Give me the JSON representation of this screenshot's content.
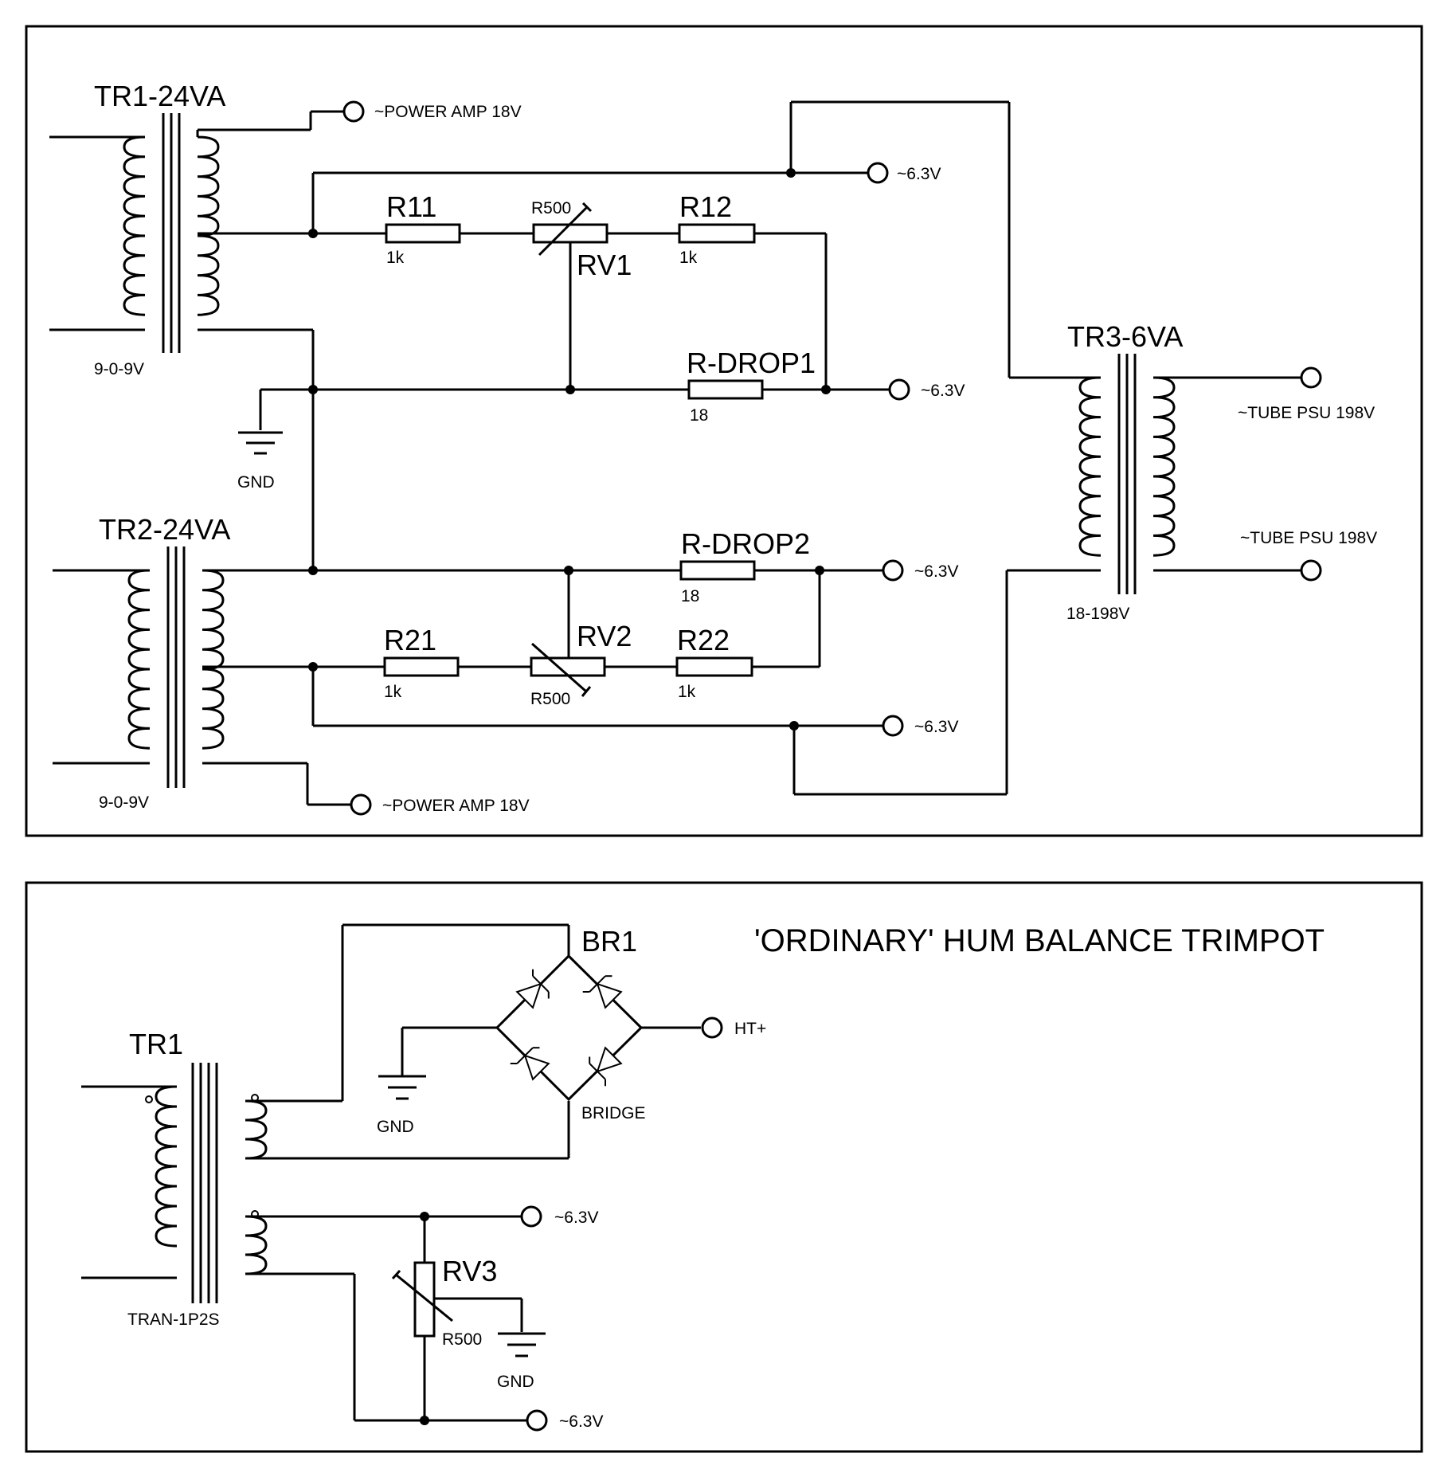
{
  "panel1": {
    "tr1": {
      "name": "TR1-24VA",
      "spec": "9-0-9V"
    },
    "tr2": {
      "name": "TR2-24VA",
      "spec": "9-0-9V"
    },
    "tr3": {
      "name": "TR3-6VA",
      "spec": "18-198V"
    },
    "resistors": {
      "r11": {
        "name": "R11",
        "value": "1k"
      },
      "r12": {
        "name": "R12",
        "value": "1k"
      },
      "r21": {
        "name": "R21",
        "value": "1k"
      },
      "r22": {
        "name": "R22",
        "value": "1k"
      },
      "rdrop1": {
        "name": "R-DROP1",
        "value": "18"
      },
      "rdrop2": {
        "name": "R-DROP2",
        "value": "18"
      },
      "rv1": {
        "name": "RV1",
        "value": "R500"
      },
      "rv2": {
        "name": "RV2",
        "value": "R500"
      }
    },
    "gnd": "GND",
    "terminals": {
      "pa1": "~POWER AMP 18V",
      "pa2": "~POWER AMP 18V",
      "h1": "~6.3V",
      "h2": "~6.3V",
      "h3": "~6.3V",
      "h4": "~6.3V",
      "tube1": "~TUBE PSU 198V",
      "tube2": "~TUBE PSU 198V"
    }
  },
  "panel2": {
    "title": "'ORDINARY' HUM BALANCE TRIMPOT",
    "tr1": {
      "name": "TR1",
      "spec": "TRAN-1P2S"
    },
    "bridge": {
      "name": "BR1",
      "type": "BRIDGE"
    },
    "rv3": {
      "name": "RV3",
      "value": "R500"
    },
    "gnd1": "GND",
    "gnd2": "GND",
    "terminals": {
      "ht": "HT+",
      "h1": "~6.3V",
      "h2": "~6.3V"
    }
  }
}
